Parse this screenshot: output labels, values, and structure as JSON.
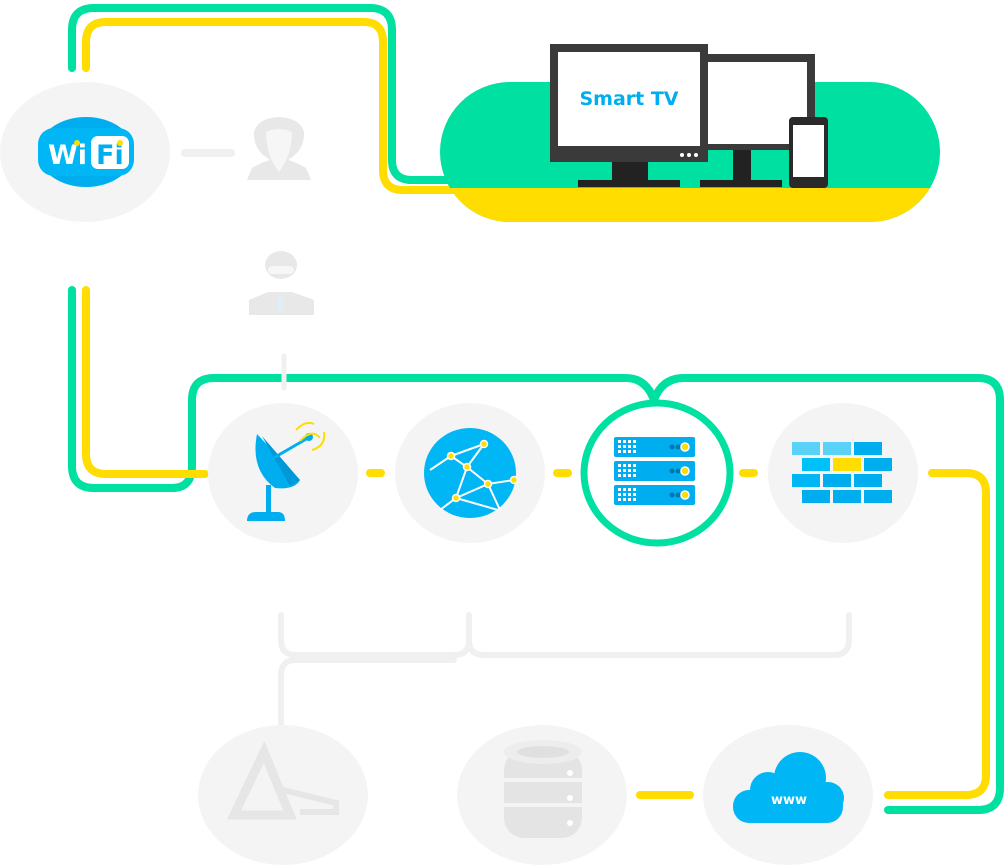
{
  "colors": {
    "green": "#00E0A0",
    "yellow": "#FFDD00",
    "blue": "#00AEEF",
    "node_bg": "#F4F4F4",
    "ghost": "#E8E8E8"
  },
  "nodes": {
    "wifi": {
      "icon": "wifi-cloud-icon",
      "text_wi": "Wi",
      "text_fi": "Fi"
    },
    "hacker": {
      "icon": "anonymous-hacker-icon"
    },
    "spy": {
      "icon": "spy-agent-icon"
    },
    "devices": {
      "icon": "devices-icon",
      "label": "Smart TV"
    },
    "satellite": {
      "icon": "satellite-dish-icon"
    },
    "globe": {
      "icon": "network-globe-icon"
    },
    "server": {
      "icon": "server-rack-icon",
      "highlighted": true
    },
    "firewall": {
      "icon": "firewall-icon"
    },
    "pyramid": {
      "icon": "pyramid-icon"
    },
    "database": {
      "icon": "database-icon"
    },
    "cloud": {
      "icon": "cloud-www-icon",
      "label": "www"
    }
  }
}
